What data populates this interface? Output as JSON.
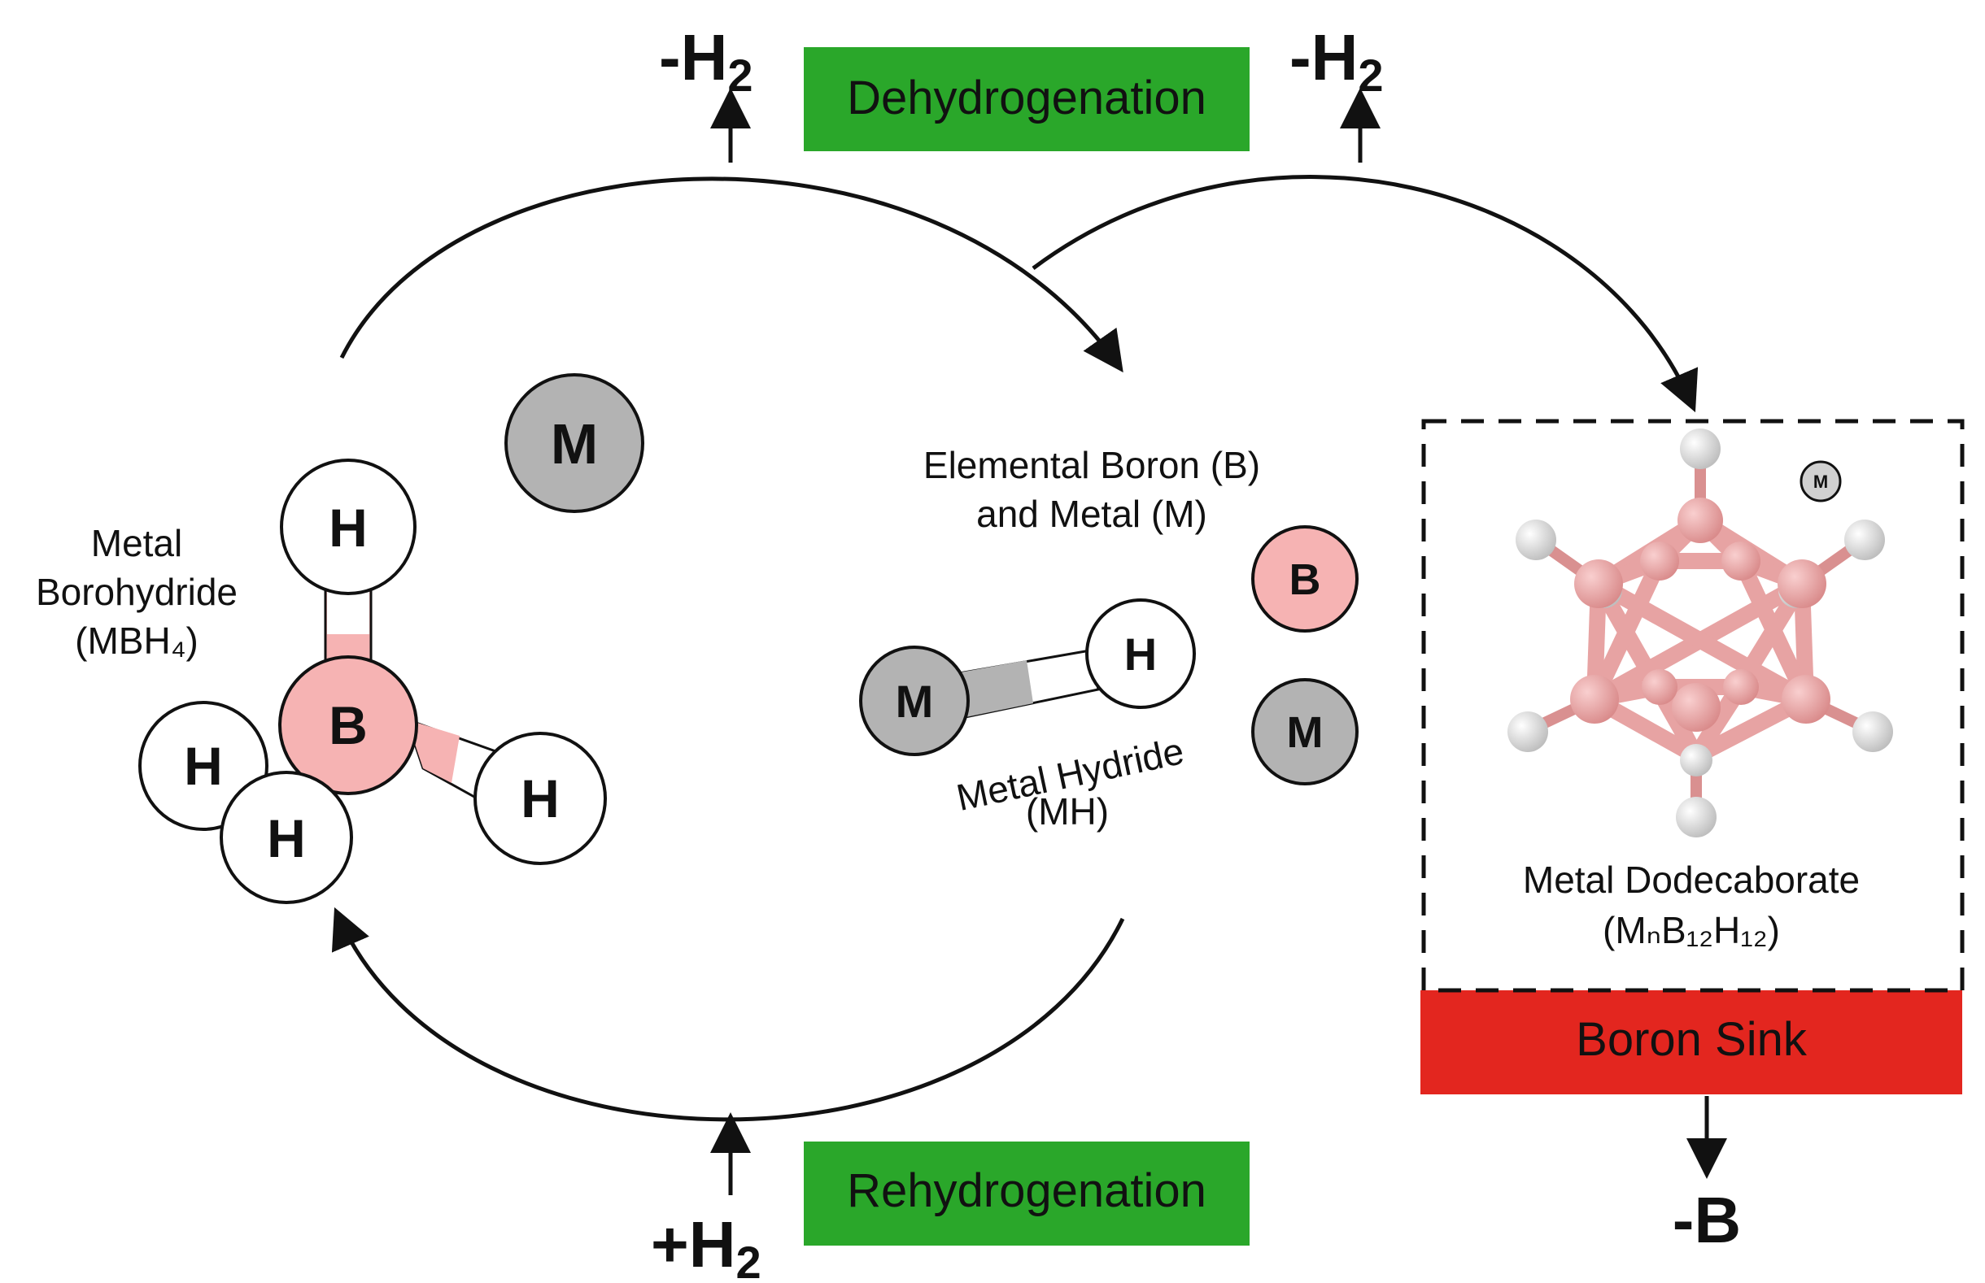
{
  "labels": {
    "dehydrogenation": "Dehydrogenation",
    "rehydrogenation": "Rehydrogenation",
    "boron_sink": "Boron Sink",
    "minus_h2_left_main": "-H",
    "minus_h2_left_sub": "2",
    "minus_h2_right_main": "-H",
    "minus_h2_right_sub": "2",
    "plus_h2_main": "+H",
    "plus_h2_sub": "2",
    "minus_b": "-B"
  },
  "compounds": {
    "borohydride_line1": "Metal",
    "borohydride_line2": "Borohydride",
    "borohydride_formula": "(MBH₄)",
    "elemental_line1": "Elemental Boron (B)",
    "elemental_line2": "and Metal (M)",
    "hydride_line1": "Metal Hydride",
    "hydride_line2": "(MH)",
    "dodecaborate_line1": "Metal Dodecaborate",
    "dodecaborate_formula": "(MₙB₁₂H₁₂)"
  },
  "atoms": {
    "metal": "M",
    "boron": "B",
    "hydrogen": "H"
  },
  "colors": {
    "green_box": "#2aa72a",
    "red_box": "#e3261f",
    "boron_pink": "#f6b3b3",
    "metal_gray": "#b3b3b3",
    "hydrogen_white": "#ffffff",
    "cluster_pink": "#e79d9d",
    "cluster_h": "#e8e8e8"
  }
}
